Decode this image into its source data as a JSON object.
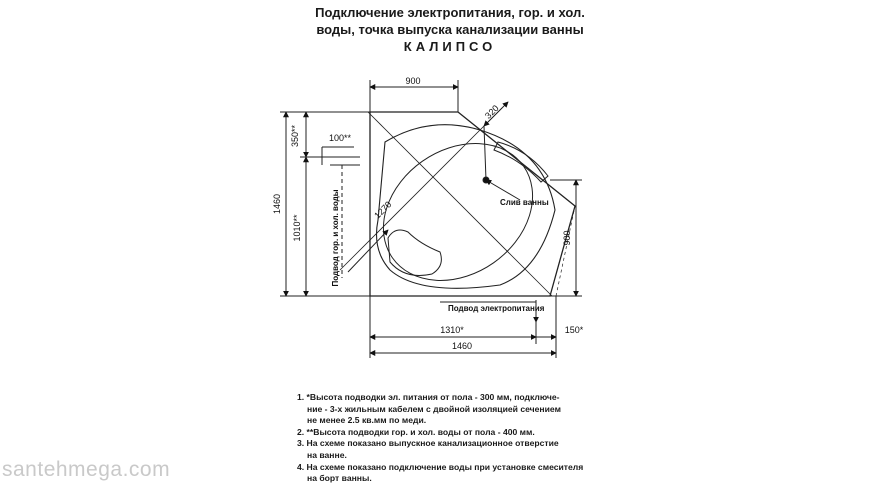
{
  "title": {
    "line1": "Подключение электропитания, гор. и хол.",
    "line2": "воды, точка выпуска канализации ванны",
    "line3": "КАЛИПСО"
  },
  "dimensions": {
    "top_width": "900",
    "diag_short": "320",
    "left_offset": "350**",
    "pipe_offset": "100**",
    "total_height": "1460",
    "supply_height": "1010**",
    "diagonal": "1270",
    "right_height": "900",
    "bottom_1310": "1310*",
    "bottom_150": "150*",
    "bottom_total": "1460"
  },
  "labels": {
    "water_supply": "Подвод гор. и хол. воды",
    "drain": "Слив ванны",
    "power": "Подвод электропитания"
  },
  "notes": [
    "1. *Высота подводки эл. питания от пола - 300 мм, подключе-",
    "ние - 3-х жильным кабелем с двойной изоляцией сечением",
    "не менее 2.5 кв.мм по меди.",
    "2. **Высота подводки гор. и хол. воды от пола - 400 мм.",
    "3. На схеме показано выпускное канализационное отверстие",
    "на ванне.",
    "4. На схеме показано подключение воды при установке смесителя",
    "на борт ванны."
  ],
  "watermark": "santehmega.com"
}
